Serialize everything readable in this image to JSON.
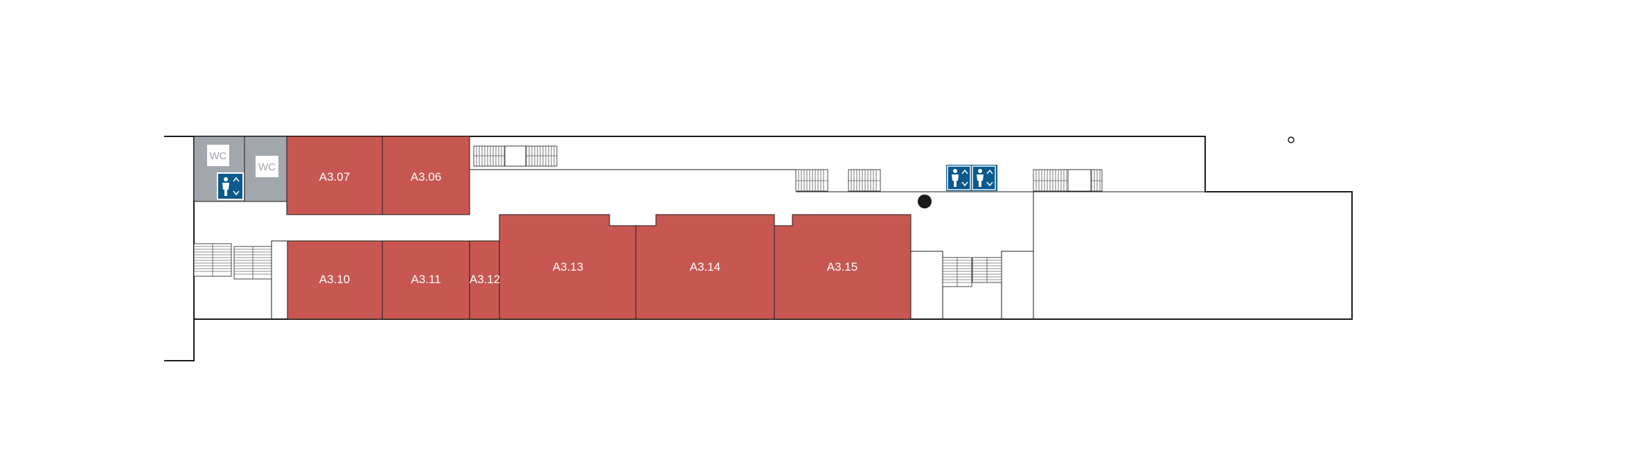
{
  "floor_plan": {
    "colors": {
      "room": "#c85752",
      "service": "#a2a7ae",
      "outline": "#1a1a1a",
      "lift_sign": "#0a5a8e",
      "background": "#ffffff"
    },
    "rooms": [
      {
        "id": "A3.07",
        "label": "A3.07"
      },
      {
        "id": "A3.06",
        "label": "A3.06"
      },
      {
        "id": "A3.10",
        "label": "A3.10"
      },
      {
        "id": "A3.11",
        "label": "A3.11"
      },
      {
        "id": "A3.12",
        "label": "A3.12"
      },
      {
        "id": "A3.13",
        "label": "A3.13"
      },
      {
        "id": "A3.14",
        "label": "A3.14"
      },
      {
        "id": "A3.15",
        "label": "A3.15"
      }
    ],
    "toilets": [
      {
        "label": "WC"
      },
      {
        "label": "WC"
      }
    ],
    "icons": [
      "lift-icon",
      "stairs-icon",
      "you-are-here-marker-icon",
      "compass-marker-icon"
    ]
  }
}
